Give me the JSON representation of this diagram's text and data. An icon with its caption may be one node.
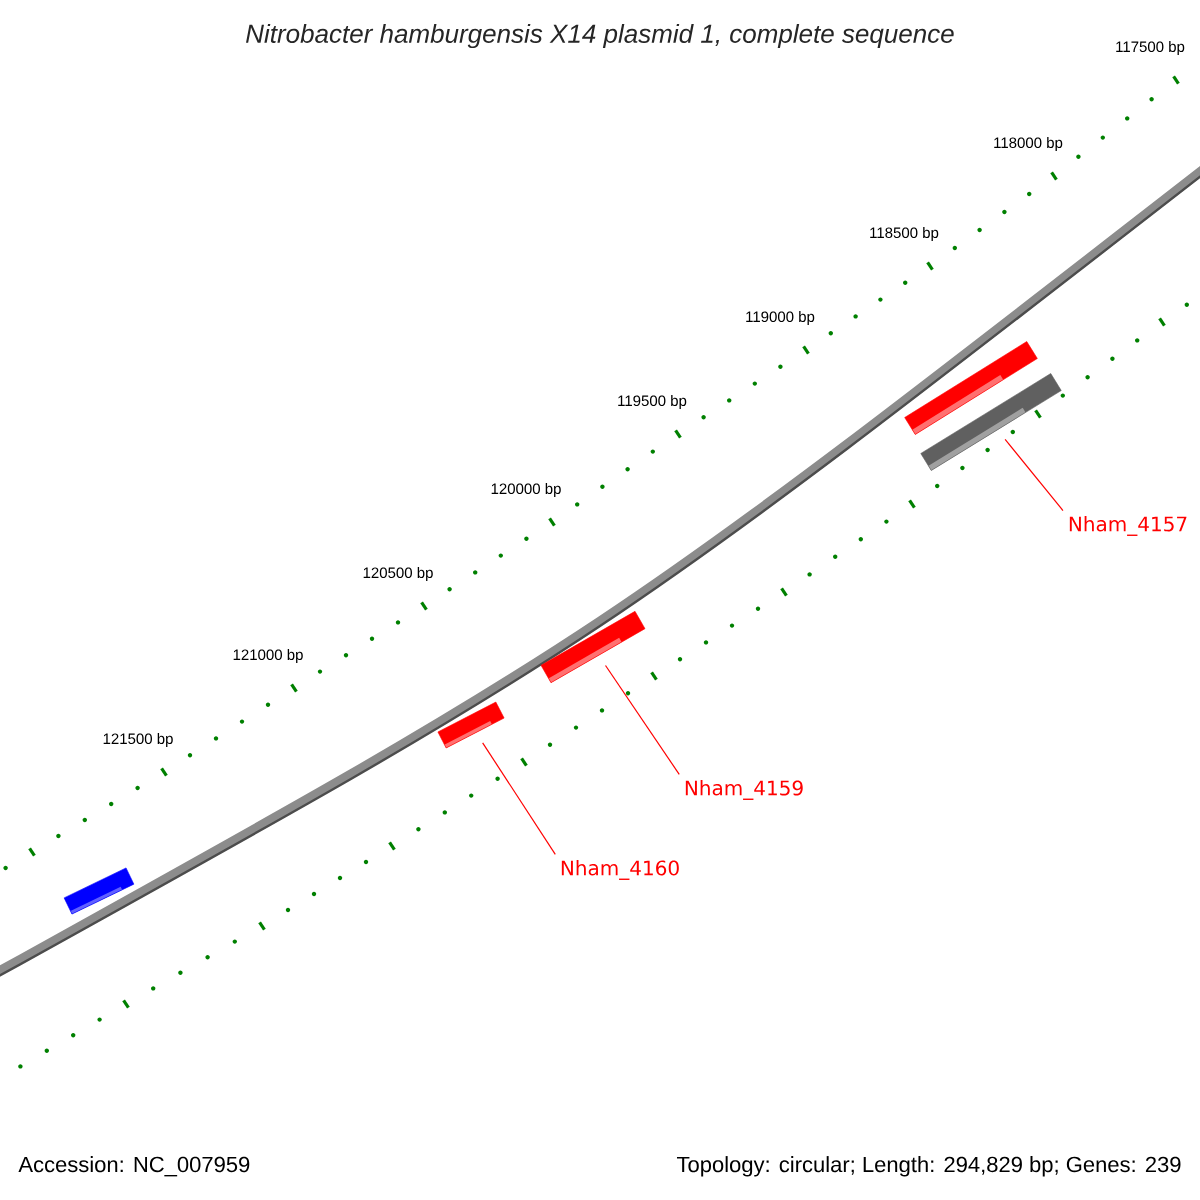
{
  "diagram": {
    "title": "Nitrobacter hamburgensis X14 plasmid 1, complete sequence",
    "nodes": [
      {
        "text": [],
        "shape": "bar"
      },
      {
        "text": [],
        "shape": "bar"
      },
      {
        "text": [],
        "shape": "bar"
      },
      {
        "text": [],
        "shape": "bar"
      },
      {
        "text": [],
        "shape": "bar"
      },
      {
        "text": [
          "Nham_4157"
        ]
      },
      {
        "text": [
          "Nham_4159"
        ]
      },
      {
        "text": [
          "Nham_4160"
        ]
      }
    ],
    "edges": [
      {
        "from": 5,
        "to": 4,
        "arrow": "none"
      },
      {
        "from": 6,
        "to": 2,
        "arrow": "none"
      },
      {
        "from": 7,
        "to": 1,
        "arrow": "none"
      }
    ],
    "labels": [
      "117500 bp",
      "118000 bp",
      "118500 bp",
      "119000 bp",
      "119500 bp",
      "120000 bp",
      "120500 bp",
      "121000 bp",
      "121500 bp",
      "Accession: NC_007959",
      "Topology: circular; Length: 294,829 bp; Genes: 239"
    ]
  }
}
